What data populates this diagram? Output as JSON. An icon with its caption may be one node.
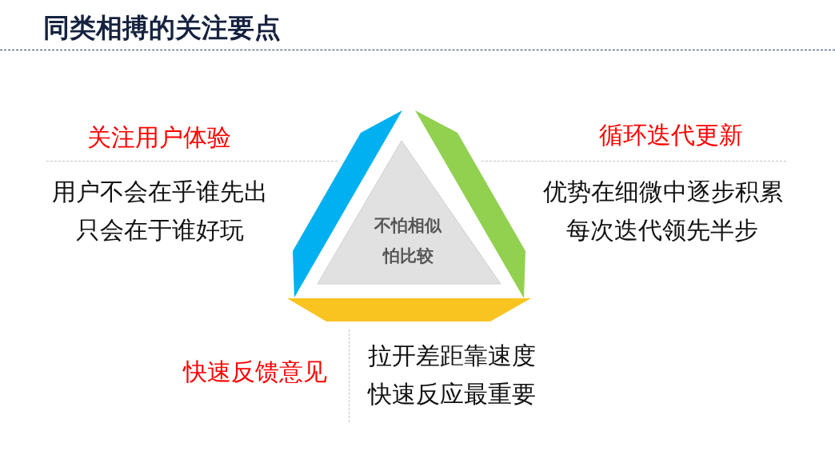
{
  "diagram": {
    "title": "同类相搏的关注要点",
    "nodes": [
      {
        "text": [
          "不怕相似",
          "怕比较"
        ]
      },
      {
        "text": [],
        "shape": "band"
      },
      {
        "text": [],
        "shape": "band"
      },
      {
        "text": [],
        "shape": "band"
      }
    ],
    "labels": [
      "关注用户体验",
      "用户不会在乎谁先出",
      "只会在于谁好玩",
      "循环迭代更新",
      "优势在细微中逐步积累",
      "每次迭代领先半步",
      "快速反馈意见",
      "拉开差距靠速度",
      "快速反应最重要"
    ]
  }
}
